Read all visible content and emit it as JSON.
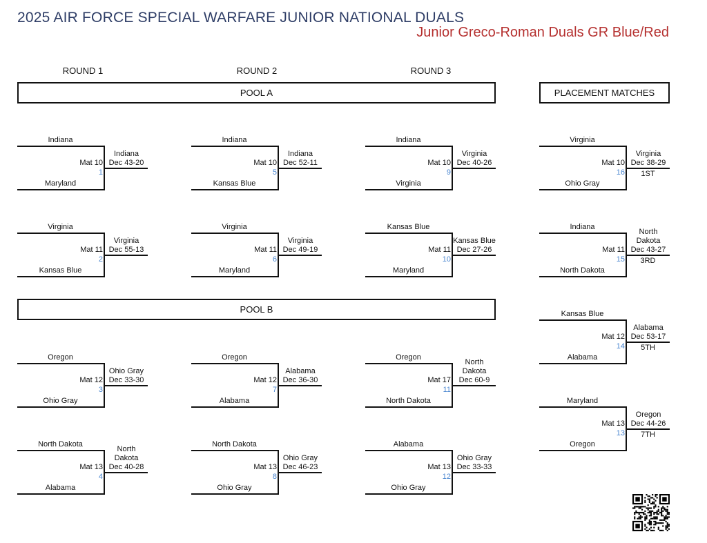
{
  "header": {
    "title": "2025 AIR FORCE SPECIAL WARFARE JUNIOR NATIONAL DUALS",
    "subtitle": "Junior Greco-Roman Duals GR Blue/Red"
  },
  "rounds": [
    "ROUND 1",
    "ROUND 2",
    "ROUND 3"
  ],
  "pools": {
    "a": "POOL A",
    "b": "POOL B",
    "placement": "PLACEMENT MATCHES"
  },
  "colors": {
    "title": "#2e3d66",
    "subtitle": "#b5302f",
    "bout_number": "#4a86d0"
  },
  "matches": [
    {
      "bout": "1",
      "mat": "Mat 10",
      "top": "Indiana",
      "bottom": "Maryland",
      "winner": "Indiana",
      "result": "Dec 43-20"
    },
    {
      "bout": "2",
      "mat": "Mat 11",
      "top": "Virginia",
      "bottom": "Kansas Blue",
      "winner": "Virginia",
      "result": "Dec 55-13"
    },
    {
      "bout": "3",
      "mat": "Mat 12",
      "top": "Oregon",
      "bottom": "Ohio Gray",
      "winner": "Ohio Gray",
      "result": "Dec 33-30"
    },
    {
      "bout": "4",
      "mat": "Mat 13",
      "top": "North Dakota",
      "bottom": "Alabama",
      "winner": "North Dakota",
      "result": "Dec 40-28"
    },
    {
      "bout": "5",
      "mat": "Mat 10",
      "top": "Indiana",
      "bottom": "Kansas Blue",
      "winner": "Indiana",
      "result": "Dec 52-11"
    },
    {
      "bout": "6",
      "mat": "Mat 11",
      "top": "Virginia",
      "bottom": "Maryland",
      "winner": "Virginia",
      "result": "Dec 49-19"
    },
    {
      "bout": "7",
      "mat": "Mat 12",
      "top": "Oregon",
      "bottom": "Alabama",
      "winner": "Alabama",
      "result": "Dec 36-30"
    },
    {
      "bout": "8",
      "mat": "Mat 13",
      "top": "North Dakota",
      "bottom": "Ohio Gray",
      "winner": "Ohio Gray",
      "result": "Dec 46-23"
    },
    {
      "bout": "9",
      "mat": "Mat 10",
      "top": "Indiana",
      "bottom": "Virginia",
      "winner": "Virginia",
      "result": "Dec 40-26"
    },
    {
      "bout": "10",
      "mat": "Mat 11",
      "top": "Kansas Blue",
      "bottom": "Maryland",
      "winner": "Kansas Blue",
      "result": "Dec 27-26"
    },
    {
      "bout": "11",
      "mat": "Mat 17",
      "top": "Oregon",
      "bottom": "North Dakota",
      "winner": "North Dakota",
      "result": "Dec 60-9"
    },
    {
      "bout": "12",
      "mat": "Mat 13",
      "top": "Alabama",
      "bottom": "Ohio Gray",
      "winner": "Ohio Gray",
      "result": "Dec 33-33"
    },
    {
      "bout": "16",
      "mat": "Mat 10",
      "top": "Virginia",
      "bottom": "Ohio Gray",
      "winner": "Virginia",
      "result": "Dec 38-29",
      "place": "1ST"
    },
    {
      "bout": "15",
      "mat": "Mat 11",
      "top": "Indiana",
      "bottom": "North Dakota",
      "winner": "North Dakota",
      "result": "Dec 43-27",
      "place": "3RD"
    },
    {
      "bout": "14",
      "mat": "Mat 12",
      "top": "Kansas Blue",
      "bottom": "Alabama",
      "winner": "Alabama",
      "result": "Dec 53-17",
      "place": "5TH"
    },
    {
      "bout": "13",
      "mat": "Mat 13",
      "top": "Maryland",
      "bottom": "Oregon",
      "winner": "Oregon",
      "result": "Dec 44-26",
      "place": "7TH"
    }
  ]
}
